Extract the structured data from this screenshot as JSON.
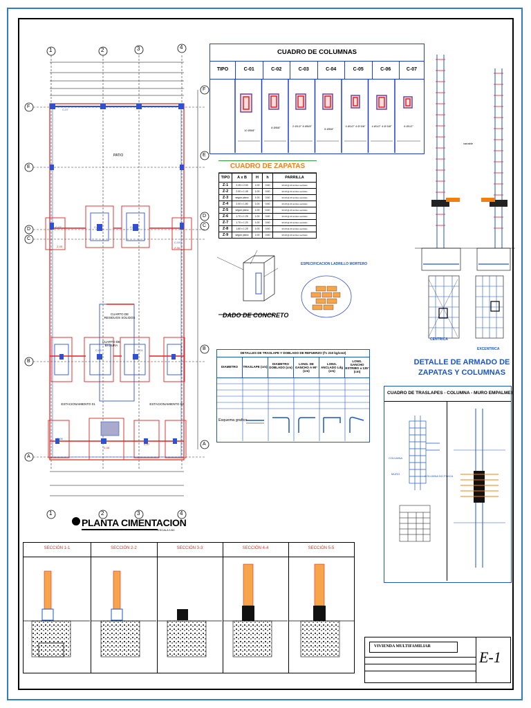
{
  "plan": {
    "title": "PLANTA CIMENTACION",
    "scale": "ESCALA 1/50",
    "axis_numbers": [
      "1",
      "2",
      "3",
      "4"
    ],
    "axis_letters": [
      "A",
      "B",
      "C",
      "D",
      "E",
      "F"
    ],
    "labels": {
      "patio": "PATIO",
      "cuarto_residuos": "CUARTO DE RESIDUOS SOLIDOS",
      "cuarto_basura": "CUARTO DE BASURA",
      "estac_1": "ESTACIONAMIENTO 01",
      "estac_2": "ESTACIONAMIENTO 02"
    },
    "tags": {
      "c01": "C-01",
      "c02": "C-02",
      "c03": "C-03",
      "c04": "C-04",
      "c05": "C-05",
      "c06": "C-06",
      "c07": "C-07",
      "z01": "Z-01",
      "z02": "Z-02",
      "z03": "Z-03",
      "z04": "Z-04",
      "z05": "Z-05",
      "z06": "Z-06",
      "z07": "Z-07",
      "z08": "Z-08"
    }
  },
  "cuadro_columnas": {
    "title": "CUADRO DE COLUMNAS",
    "headers": [
      "TIPO",
      "C-01",
      "C-02",
      "C-03",
      "C-04",
      "C-05",
      "C-06",
      "C-07"
    ],
    "rebar": [
      "10 Ø5/8\"",
      "8 Ø5/8\"",
      "2 Ø1/2\" 8 Ø5/8\"",
      "8 Ø5/8\"",
      "4 Ø1/2\" 4 Ø 5/8\"",
      "4 Ø1/2\" 4 Ø 5/8\"",
      "6 Ø1/2\""
    ]
  },
  "cuadro_zapatas": {
    "title": "CUADRO DE ZAPATAS",
    "headers": [
      "TIPO",
      "A x B",
      "H",
      "h",
      "PARRILLA"
    ],
    "rows": [
      [
        "Z-1",
        "2.25 x 2.00",
        "1.00",
        "0.60",
        "3/4 Ø @.20 ambos sentidos"
      ],
      [
        "Z-2",
        "2.00 x 1.45",
        "1.00",
        "0.60",
        "3/4 Ø @.20 ambos sentidos"
      ],
      [
        "Z-3",
        "según plano",
        "1.00",
        "0.60",
        "3/4 Ø @.20 ambos sentidos"
      ],
      [
        "Z-4",
        "2.00 x 1.80",
        "1.00",
        "0.60",
        "3/4 Ø @.20 ambos sentidos"
      ],
      [
        "Z-5",
        "según plano",
        "1.00",
        "0.60",
        "3/4 Ø @.20 ambos sentidos"
      ],
      [
        "Z-6",
        "1.70 x 1.25",
        "1.00",
        "0.60",
        "3/4 Ø @.20 ambos sentidos"
      ],
      [
        "Z-7",
        "1.70 x 1.20",
        "1.00",
        "0.60",
        "3/4 Ø @.20 ambos sentidos"
      ],
      [
        "Z-8",
        "1.60 x 1.25",
        "1.00",
        "0.60",
        "3/4 Ø @.20 ambos sentidos"
      ],
      [
        "Z-9",
        "según plano",
        "1.00",
        "0.60",
        "3/4 Ø @.20 ambos sentidos"
      ]
    ]
  },
  "dado": {
    "title": "DADO DE CONCRETO"
  },
  "ladrillo": {
    "title": "ESPECIFICACION LADRILLO MORTERO"
  },
  "traslape_table": {
    "title": "DETALLES DE TRASLAPE Y DOBLADO DE REFUERZO (f'c 210 kg/cm2)",
    "headers": [
      "DIAMETRO",
      "TRASLAPE (cm)",
      "DIAMETRO DOBLADO (cm)",
      "LONG. DE GANCHO A 90° (cm)",
      "LONG. ANCLADO Ldg (cm)",
      "LONG. GANCHO ESTRIBO a 135° (cm)"
    ],
    "esquema_label": "Esquema grafico"
  },
  "detalle_armado": {
    "title_line1": "DETALLE DE ARMADO DE",
    "title_line2": "ZAPATAS Y COLUMNAS",
    "centrica": "CENTRICA",
    "excentrica": "EXCENTRICA",
    "varia": "variable"
  },
  "cuadro_traslapes": {
    "title": "CUADRO DE TRASLAPES - COLUMNA - MURO EMPALMES",
    "columna": "COLUMNA",
    "muro": "MURO",
    "columna_placa": "COLUMNA NO PLACA"
  },
  "sections": {
    "labels": [
      "SECCIÓN 1-1",
      "SECCIÓN 2-2",
      "SECCIÓN 3-3",
      "SECCIÓN 4-4",
      "SECCIÓN 5-5"
    ]
  },
  "title_block": {
    "project": "VIVIENDA MULTIFAMILIAR",
    "sheet": "E-1"
  },
  "colors": {
    "border_blue": "#2e7bc4",
    "table_blue": "#1a3cd6",
    "title_red": "#e0312a",
    "zapata_title_orange": "#f07f12",
    "detail_blue": "#1c55c8",
    "plan_red": "#e02020",
    "plan_blue": "#3050d0"
  }
}
